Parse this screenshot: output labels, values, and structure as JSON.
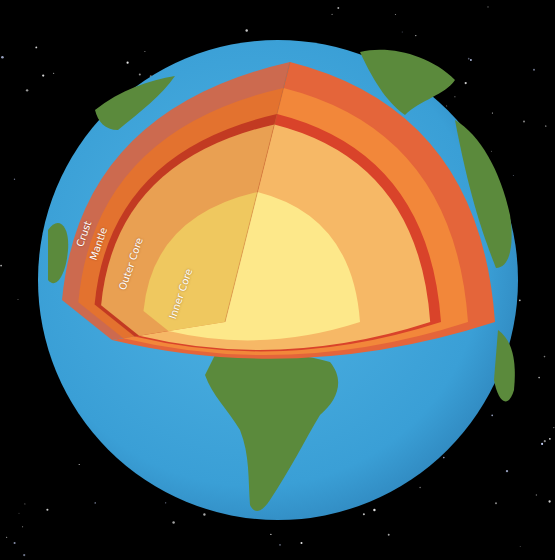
{
  "diagram": {
    "labels": [
      "Crust",
      "Mantle",
      "Outer Core",
      "Inner Core"
    ]
  }
}
